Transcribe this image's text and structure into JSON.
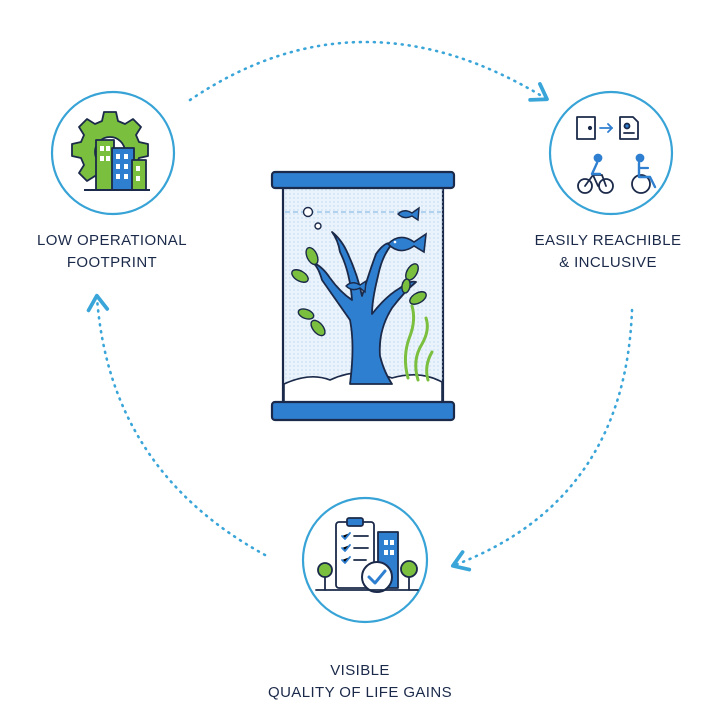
{
  "nodes": {
    "left": {
      "line1": "LOW OPERATIONAL",
      "line2": "FOOTPRINT"
    },
    "right": {
      "line1": "EASILY REACHIBLE",
      "line2": "& INCLUSIVE"
    },
    "bottom": {
      "line1": "VISIBLE",
      "line2": "QUALITY OF LIFE GAINS"
    }
  },
  "icons": {
    "center": "aquarium-tank-icon",
    "left": "gear-buildings-icon",
    "right": "accessibility-icon",
    "bottom": "checklist-city-icon"
  },
  "colors": {
    "primary_blue": "#2f7fd1",
    "dark_navy": "#1b2a4a",
    "green": "#7bbf3f",
    "arrow_blue": "#3aa5d8",
    "circle_outline": "#38a3d6"
  }
}
